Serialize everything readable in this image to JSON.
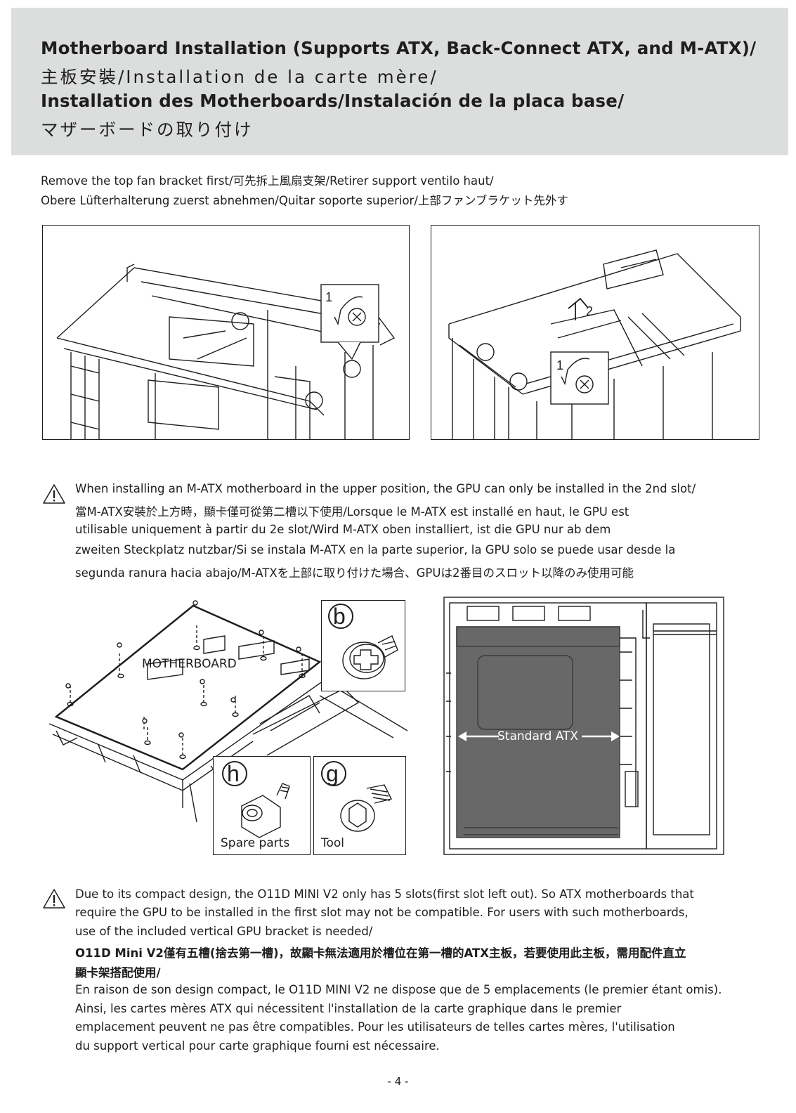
{
  "header": {
    "line1": "Motherboard Installation (Supports ATX, Back-Connect ATX, and M-ATX)/",
    "line2": "主板安裝/Installation de la carte mère/",
    "line3": "Installation des Motherboards/Instalación de la placa base/",
    "line4": "マザーボードの取り付け"
  },
  "intro": {
    "line1": "Remove the top fan bracket first/可先拆上風扇支架/Retirer support ventilo haut/",
    "line2": "Obere Lüfterhalterung zuerst abnehmen/Quitar soporte superior/上部ファンブラケット先外す"
  },
  "figure1": {
    "step1": "1"
  },
  "figure2": {
    "step1": "1",
    "step2": "2"
  },
  "warning1": {
    "lines": [
      "When installing an M-ATX motherboard in the upper position, the GPU can only be installed in the 2nd slot/",
      "當M-ATX安裝於上方時，顯卡僅可從第二槽以下使用/Lorsque le M-ATX est installé en haut, le GPU est",
      "utilisable uniquement à partir du 2e slot/Wird M-ATX oben installiert, ist die GPU nur ab dem",
      "zweiten Steckplatz nutzbar/Si se instala M-ATX en la parte superior, la GPU solo se puede usar desde la",
      "segunda ranura hacia abajo/M-ATXを上部に取り付けた場合、GPUは2番目のスロット以降のみ使用可能"
    ]
  },
  "figure3": {
    "motherboard_label": "MOTHERBOARD",
    "callout_b": "b",
    "callout_h": "h",
    "callout_g": "g",
    "spare_parts": "Spare parts",
    "tool": "Tool"
  },
  "figure4": {
    "atx_label": "Standard ATX"
  },
  "warning2": {
    "lines": [
      "Due to its compact design, the O11D MINI V2 only has 5 slots(first slot left out). So ATX motherboards that",
      "require the GPU to be installed in the first slot may not be compatible. For users with such motherboards,",
      "use of the included vertical GPU bracket is needed/",
      "O11D Mini V2僅有五槽(捨去第一槽)，故顯卡無法適用於槽位在第一槽的ATX主板，若要使用此主板，需用配件直立",
      "顯卡架搭配使用/",
      "En raison de son design compact, le O11D MINI V2 ne dispose que de 5 emplacements (le premier étant omis).",
      "Ainsi, les cartes mères ATX qui nécessitent l'installation de la carte graphique dans le premier",
      "emplacement peuvent ne pas être compatibles. Pour les utilisateurs de telles cartes mères, l'utilisation",
      "du support vertical pour carte graphique fourni est nécessaire."
    ]
  },
  "page_number": "- 4 -"
}
